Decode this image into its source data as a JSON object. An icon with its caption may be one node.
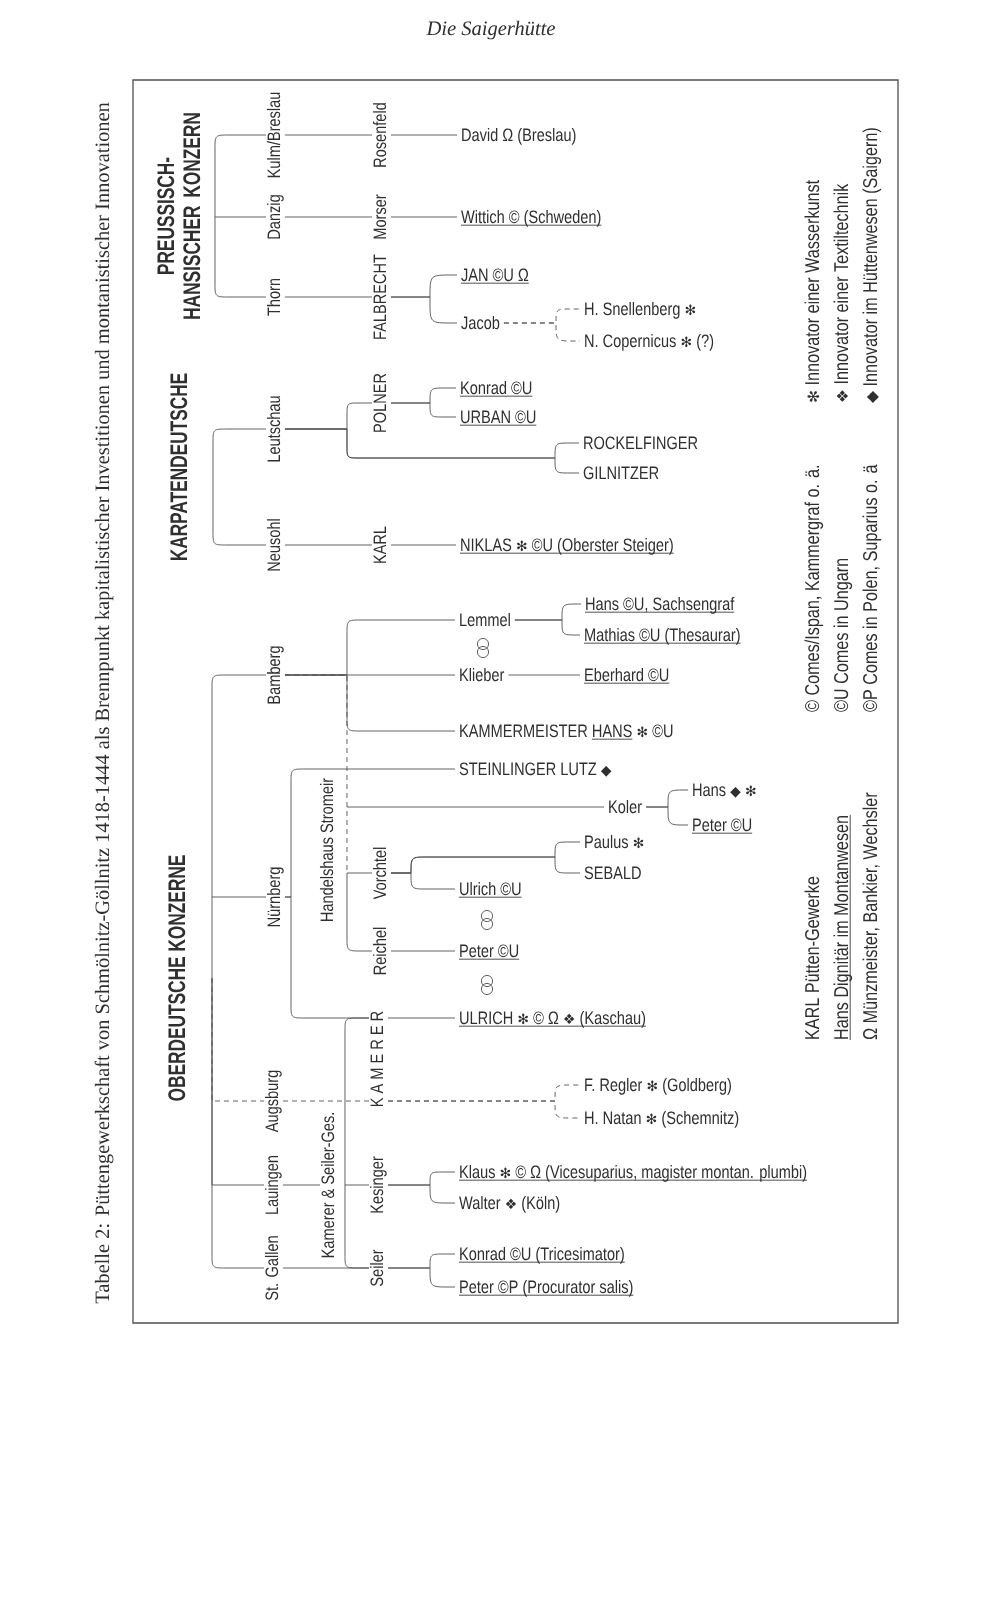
{
  "diagram": {
    "caption": "Tabelle 2: Püttengewerkschaft von Schmölnitz-Göllnitz 1418-1444 als Brennpunkt kapitalistischer Investitionen und montanistischer Innovationen",
    "nodes": [
      {
        "text": [
          "PREUSSISCH- HANSISCHER KONZERN"
        ]
      },
      {
        "text": [
          "Kulm/Breslau"
        ]
      },
      {
        "text": [
          "Rosenfeld"
        ]
      },
      {
        "text": [
          "David Ω (Breslau)"
        ]
      },
      {
        "text": [
          "Danzig"
        ]
      },
      {
        "text": [
          "Morser"
        ]
      },
      {
        "text": [
          "Wittich © (Schweden)"
        ]
      },
      {
        "text": [
          "Thorn"
        ]
      },
      {
        "text": [
          "FALBRECHT"
        ]
      },
      {
        "text": [
          "JAN ©U Ω"
        ]
      },
      {
        "text": [
          "Jacob"
        ]
      },
      {
        "text": [
          "H. Snellenberg ✻"
        ]
      },
      {
        "text": [
          "N. Copernicus ✻ (?)"
        ]
      },
      {
        "text": [
          "KARPATENDEUTSCHE"
        ]
      },
      {
        "text": [
          "Leutschau"
        ]
      },
      {
        "text": [
          "POLNER"
        ]
      },
      {
        "text": [
          "Konrad ©U"
        ]
      },
      {
        "text": [
          "URBAN ©U"
        ]
      },
      {
        "text": [
          "ROCKELFINGER"
        ]
      },
      {
        "text": [
          "GILNITZER"
        ]
      },
      {
        "text": [
          "Neusohl"
        ]
      },
      {
        "text": [
          "KARL"
        ]
      },
      {
        "text": [
          "NIKLAS ✻ ©U (Oberster Steiger)"
        ]
      },
      {
        "text": [
          "OBERDEUTSCHE KONZERNE"
        ]
      },
      {
        "text": [
          "Bamberg"
        ]
      },
      {
        "text": [
          "Lemmel"
        ]
      },
      {
        "text": [
          "Hans ©U, Sachsengraf"
        ]
      },
      {
        "text": [
          "Mathias ©U (Thesaurar)"
        ]
      },
      {
        "text": [
          "Klieber"
        ]
      },
      {
        "text": [
          "Eberhard ©U"
        ]
      },
      {
        "text": [
          "KAMMERMEISTER HANS ✻ ©U"
        ]
      },
      {
        "text": [
          "Nürnberg"
        ]
      },
      {
        "text": [
          "STEINLINGER LUTZ ◆"
        ]
      },
      {
        "text": [
          "Handelshaus Stromeir"
        ]
      },
      {
        "text": [
          "Koler"
        ]
      },
      {
        "text": [
          "Hans ◆ ✻"
        ]
      },
      {
        "text": [
          "Peter ©U"
        ]
      },
      {
        "text": [
          "Vorchtel"
        ]
      },
      {
        "text": [
          "Paulus ✻"
        ]
      },
      {
        "text": [
          "SEBALD"
        ]
      },
      {
        "text": [
          "Ulrich ©U"
        ]
      },
      {
        "text": [
          "Reichel"
        ]
      },
      {
        "text": [
          "Peter ©U"
        ]
      },
      {
        "text": [
          "K A M E R E R"
        ]
      },
      {
        "text": [
          "ULRICH ✻ © Ω ❖ (Kaschau)"
        ]
      },
      {
        "text": [
          "Augsburg"
        ]
      },
      {
        "text": [
          "F. Regler ✻ (Goldberg)"
        ]
      },
      {
        "text": [
          "H. Natan ✻ (Schemnitz)"
        ]
      },
      {
        "text": [
          "Lauingen"
        ]
      },
      {
        "text": [
          "Kamerer & Seiler-Ges."
        ]
      },
      {
        "text": [
          "Kesinger"
        ]
      },
      {
        "text": [
          "Klaus ✻ © Ω (Vicesuparius, magister montan. plumbi)"
        ]
      },
      {
        "text": [
          "Walter ❖ (Köln)"
        ]
      },
      {
        "text": [
          "St. Gallen"
        ]
      },
      {
        "text": [
          "Seiler"
        ]
      },
      {
        "text": [
          "Konrad ©U (Tricesimator)"
        ]
      },
      {
        "text": [
          "Peter ©P (Procurator salis)"
        ]
      }
    ],
    "edges": [
      {
        "from": 0,
        "to": 1,
        "arrow": "none"
      },
      {
        "from": 1,
        "to": 2,
        "arrow": "none"
      },
      {
        "from": 2,
        "to": 3,
        "arrow": "none"
      },
      {
        "from": 0,
        "to": 4,
        "arrow": "none"
      },
      {
        "from": 4,
        "to": 5,
        "arrow": "none"
      },
      {
        "from": 5,
        "to": 6,
        "arrow": "none"
      },
      {
        "from": 0,
        "to": 7,
        "arrow": "none"
      },
      {
        "from": 7,
        "to": 8,
        "arrow": "none"
      },
      {
        "from": 8,
        "to": 9,
        "arrow": "none"
      },
      {
        "from": 8,
        "to": 10,
        "arrow": "none"
      },
      {
        "from": 10,
        "to": 11,
        "arrow": "none",
        "style": "dashed"
      },
      {
        "from": 10,
        "to": 12,
        "arrow": "none",
        "style": "dashed"
      },
      {
        "from": 13,
        "to": 14,
        "arrow": "none"
      },
      {
        "from": 14,
        "to": 15,
        "arrow": "none"
      },
      {
        "from": 15,
        "to": 16,
        "arrow": "none"
      },
      {
        "from": 15,
        "to": 17,
        "arrow": "none"
      },
      {
        "from": 14,
        "to": 18,
        "arrow": "none"
      },
      {
        "from": 14,
        "to": 19,
        "arrow": "none"
      },
      {
        "from": 13,
        "to": 20,
        "arrow": "none"
      },
      {
        "from": 20,
        "to": 21,
        "arrow": "none"
      },
      {
        "from": 21,
        "to": 22,
        "arrow": "none"
      },
      {
        "from": 23,
        "to": 24,
        "arrow": "none"
      },
      {
        "from": 24,
        "to": 25,
        "arrow": "none"
      },
      {
        "from": 25,
        "to": 26,
        "arrow": "none"
      },
      {
        "from": 25,
        "to": 27,
        "arrow": "none"
      },
      {
        "from": 24,
        "to": 28,
        "arrow": "none"
      },
      {
        "from": 28,
        "to": 29,
        "arrow": "none"
      },
      {
        "from": 24,
        "to": 30,
        "arrow": "none"
      },
      {
        "from": 23,
        "to": 31,
        "arrow": "none"
      },
      {
        "from": 31,
        "to": 32,
        "arrow": "none"
      },
      {
        "from": 24,
        "to": 33,
        "arrow": "none",
        "style": "dashed"
      },
      {
        "from": 33,
        "to": 34,
        "arrow": "none"
      },
      {
        "from": 34,
        "to": 35,
        "arrow": "none"
      },
      {
        "from": 34,
        "to": 36,
        "arrow": "none"
      },
      {
        "from": 33,
        "to": 37,
        "arrow": "none"
      },
      {
        "from": 37,
        "to": 38,
        "arrow": "none"
      },
      {
        "from": 37,
        "to": 39,
        "arrow": "none"
      },
      {
        "from": 37,
        "to": 40,
        "arrow": "none"
      },
      {
        "from": 33,
        "to": 41,
        "arrow": "none"
      },
      {
        "from": 41,
        "to": 42,
        "arrow": "none"
      },
      {
        "from": 31,
        "to": 43,
        "arrow": "none"
      },
      {
        "from": 43,
        "to": 44,
        "arrow": "none"
      },
      {
        "from": 23,
        "to": 45,
        "arrow": "none",
        "style": "dashed"
      },
      {
        "from": 45,
        "to": 43,
        "arrow": "none",
        "style": "dashed"
      },
      {
        "from": 43,
        "to": 46,
        "arrow": "none",
        "style": "dashed"
      },
      {
        "from": 43,
        "to": 47,
        "arrow": "none",
        "style": "dashed"
      },
      {
        "from": 23,
        "to": 48,
        "arrow": "none"
      },
      {
        "from": 48,
        "to": 49,
        "arrow": "none"
      },
      {
        "from": 49,
        "to": 50,
        "arrow": "none"
      },
      {
        "from": 50,
        "to": 51,
        "arrow": "none"
      },
      {
        "from": 50,
        "to": 52,
        "arrow": "none"
      },
      {
        "from": 49,
        "to": 43,
        "arrow": "none"
      },
      {
        "from": 49,
        "to": 54,
        "arrow": "none"
      },
      {
        "from": 23,
        "to": 53,
        "arrow": "none"
      },
      {
        "from": 53,
        "to": 54,
        "arrow": "none"
      },
      {
        "from": 54,
        "to": 55,
        "arrow": "none"
      },
      {
        "from": 54,
        "to": 56,
        "arrow": "none"
      }
    ],
    "labels": [
      "Die Saigerhütte"
    ],
    "legend": [
      {
        "text": "KARL Pütten-Gewerke"
      },
      {
        "text": "© Comes/Ispan, Kammergraf o. ä."
      },
      {
        "text": "✻ Innovator einer Wasserkunst"
      },
      {
        "text": "Hans Dignitär im Montanwesen"
      },
      {
        "text": "©U Comes in Ungarn"
      },
      {
        "text": "❖ Innovator einer Textiltechnik"
      },
      {
        "text": "Ω Münzmeister, Bankier, Wechsler"
      },
      {
        "text": "©P Comes in Polen, Suparius o. ä"
      },
      {
        "text": "◆ Innovator im Hüttenwesen (Saigern)"
      }
    ]
  }
}
